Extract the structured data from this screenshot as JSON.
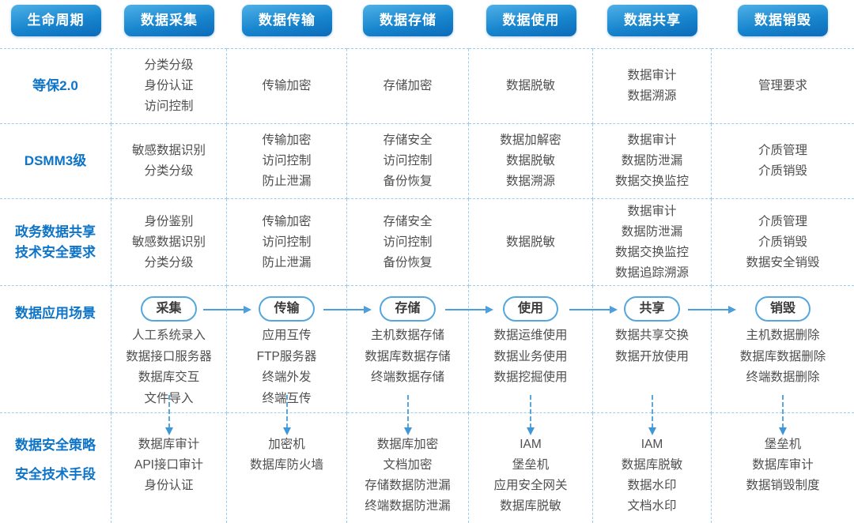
{
  "colors": {
    "accent_blue": "#0E74C7",
    "header_gradient_top": "#4FB0E6",
    "header_gradient_bottom": "#0C6BB8",
    "cell_text": "#4F4F4F",
    "grid_line": "#9CCDEF",
    "arrow": "#4D9EDD"
  },
  "header": {
    "columns": [
      "生命周期",
      "数据采集",
      "数据传输",
      "数据存储",
      "数据使用",
      "数据共享",
      "数据销毁"
    ]
  },
  "rows": [
    {
      "label": "等保2.0",
      "cells": [
        [
          "分类分级",
          "身份认证",
          "访问控制"
        ],
        [
          "传输加密"
        ],
        [
          "存储加密"
        ],
        [
          "数据脱敏"
        ],
        [
          "数据审计",
          "数据溯源"
        ],
        [
          "管理要求"
        ]
      ]
    },
    {
      "label": "DSMM3级",
      "cells": [
        [
          "敏感数据识别",
          "分类分级"
        ],
        [
          "传输加密",
          "访问控制",
          "防止泄漏"
        ],
        [
          "存储安全",
          "访问控制",
          "备份恢复"
        ],
        [
          "数据加解密",
          "数据脱敏",
          "数据溯源"
        ],
        [
          "数据审计",
          "数据防泄漏",
          "数据交换监控"
        ],
        [
          "介质管理",
          "介质销毁"
        ]
      ]
    },
    {
      "label": [
        "政务数据共享",
        "技术安全要求"
      ],
      "cells": [
        [
          "身份鉴别",
          "敏感数据识别",
          "分类分级"
        ],
        [
          "传输加密",
          "访问控制",
          "防止泄漏"
        ],
        [
          "存储安全",
          "访问控制",
          "备份恢复"
        ],
        [
          "数据脱敏"
        ],
        [
          "数据审计",
          "数据防泄漏",
          "数据交换监控",
          "数据追踪溯源"
        ],
        [
          "介质管理",
          "介质销毁",
          "数据安全销毁"
        ]
      ]
    }
  ],
  "scenario": {
    "label": "数据应用场景",
    "stages": [
      {
        "badge": "采集",
        "items": [
          "人工系统录入",
          "数据接口服务器",
          "数据库交互",
          "文件导入"
        ]
      },
      {
        "badge": "传输",
        "items": [
          "应用互传",
          "FTP服务器",
          "终端外发",
          "终端互传"
        ]
      },
      {
        "badge": "存储",
        "items": [
          "主机数据存储",
          "数据库数据存储",
          "终端数据存储"
        ]
      },
      {
        "badge": "使用",
        "items": [
          "数据运维使用",
          "数据业务使用",
          "数据挖掘使用"
        ]
      },
      {
        "badge": "共享",
        "items": [
          "数据共享交换",
          "数据开放使用"
        ]
      },
      {
        "badge": "销毁",
        "items": [
          "主机数据删除",
          "数据库数据删除",
          "终端数据删除"
        ]
      }
    ]
  },
  "tech": {
    "label": [
      "数据安全策略",
      "安全技术手段"
    ],
    "cells": [
      [
        "数据库审计",
        "API接口审计",
        "身份认证"
      ],
      [
        "加密机",
        "数据库防火墙"
      ],
      [
        "数据库加密",
        "文档加密",
        "存储数据防泄漏",
        "终端数据防泄漏"
      ],
      [
        "IAM",
        "堡垒机",
        "应用安全网关",
        "数据库脱敏"
      ],
      [
        "IAM",
        "数据库脱敏",
        "数据水印",
        "文档水印"
      ],
      [
        "堡垒机",
        "数据库审计",
        "数据销毁制度"
      ]
    ]
  }
}
